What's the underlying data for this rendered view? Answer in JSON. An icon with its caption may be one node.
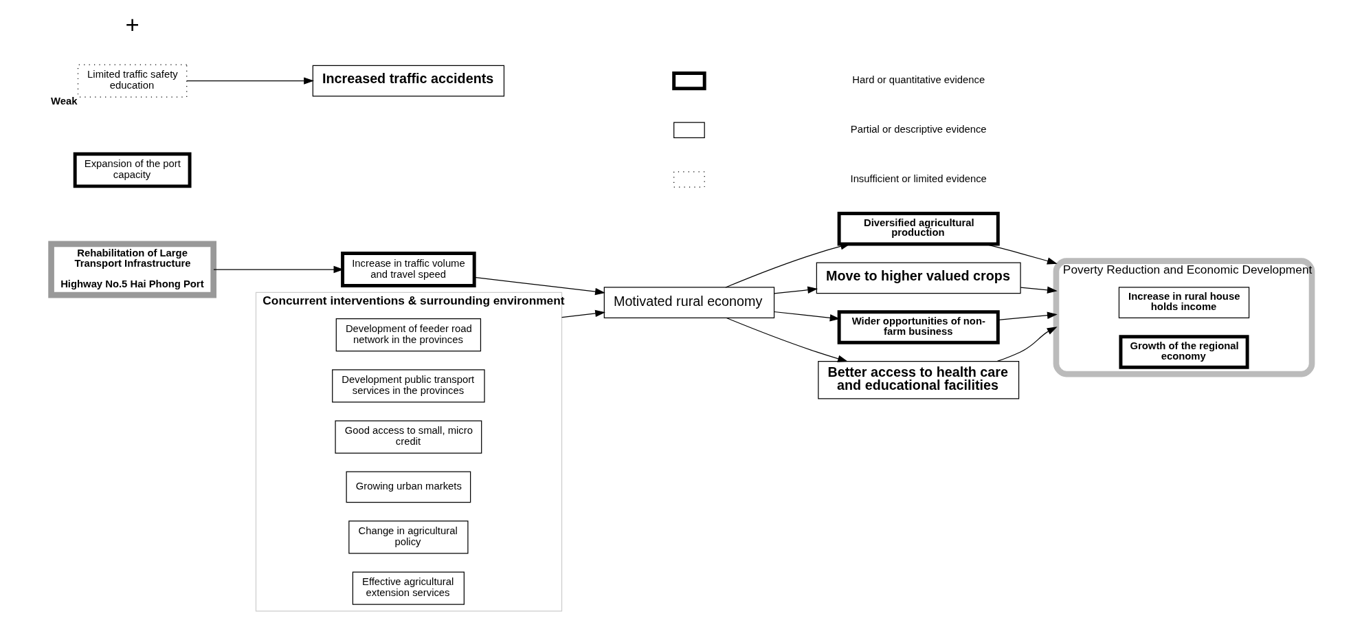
{
  "diagram": {
    "nodes": [
      {
        "text": [
          "Rehabilitation of Large Transport Infrastructure",
          "Highway No.5 Hai Phong Port"
        ]
      },
      {
        "text": [
          "Expansion of the port capacity"
        ]
      },
      {
        "text": [
          "Increase in traffic volume and travel speed"
        ]
      },
      {
        "text": [
          "Motivated rural economy"
        ]
      },
      {
        "text": [
          "Concurrent interventions & surrounding environment"
        ]
      },
      {
        "text": [
          "Development of feeder road network in the provinces"
        ],
        "in": 4
      },
      {
        "text": [
          "Development public transport services in the provinces"
        ],
        "in": 4
      },
      {
        "text": [
          "Good access to small, micro credit"
        ],
        "in": 4
      },
      {
        "text": [
          "Growing urban markets"
        ],
        "in": 4
      },
      {
        "text": [
          "Change in agricultural policy"
        ],
        "in": 4
      },
      {
        "text": [
          "Effective agricultural extension services"
        ],
        "in": 4
      },
      {
        "text": [
          "Diversified agricultural production"
        ]
      },
      {
        "text": [
          "Move to higher valued crops"
        ]
      },
      {
        "text": [
          "Wider opportunities of non-farm business"
        ]
      },
      {
        "text": [
          "Better access to health care and educational facilities"
        ]
      },
      {
        "text": [
          "Poverty Reduction and Economic Development"
        ]
      },
      {
        "text": [
          "Increase in rural house holds income"
        ],
        "in": 15
      },
      {
        "text": [
          "Growth of the regional economy"
        ],
        "in": 15
      },
      {
        "text": [
          "Increased traffic accidents"
        ]
      },
      {
        "text": [
          "Limited traffic safety education"
        ],
        "beside": [
          "Weak"
        ]
      }
    ],
    "edges": [
      {
        "from": 0,
        "to": 2,
        "arrow": "to"
      },
      {
        "from": 2,
        "to": 3,
        "arrow": "to"
      },
      {
        "from": 4,
        "to": 3,
        "arrow": "to"
      },
      {
        "from": 3,
        "to": 11,
        "arrow": "to"
      },
      {
        "from": 3,
        "to": 12,
        "arrow": "to"
      },
      {
        "from": 3,
        "to": 13,
        "arrow": "to"
      },
      {
        "from": 3,
        "to": 14,
        "arrow": "to"
      },
      {
        "from": 11,
        "to": 15,
        "arrow": "to"
      },
      {
        "from": 12,
        "to": 15,
        "arrow": "to"
      },
      {
        "from": 13,
        "to": 15,
        "arrow": "to"
      },
      {
        "from": 14,
        "to": 15,
        "arrow": "to"
      },
      {
        "from": 19,
        "to": 18,
        "arrow": "to"
      }
    ],
    "labels": [
      "+"
    ],
    "legend": [
      {
        "text": "Hard or quantitative evidence"
      },
      {
        "text": "Partial or descriptive evidence"
      },
      {
        "text": "Insufficient or limited evidence"
      }
    ]
  }
}
